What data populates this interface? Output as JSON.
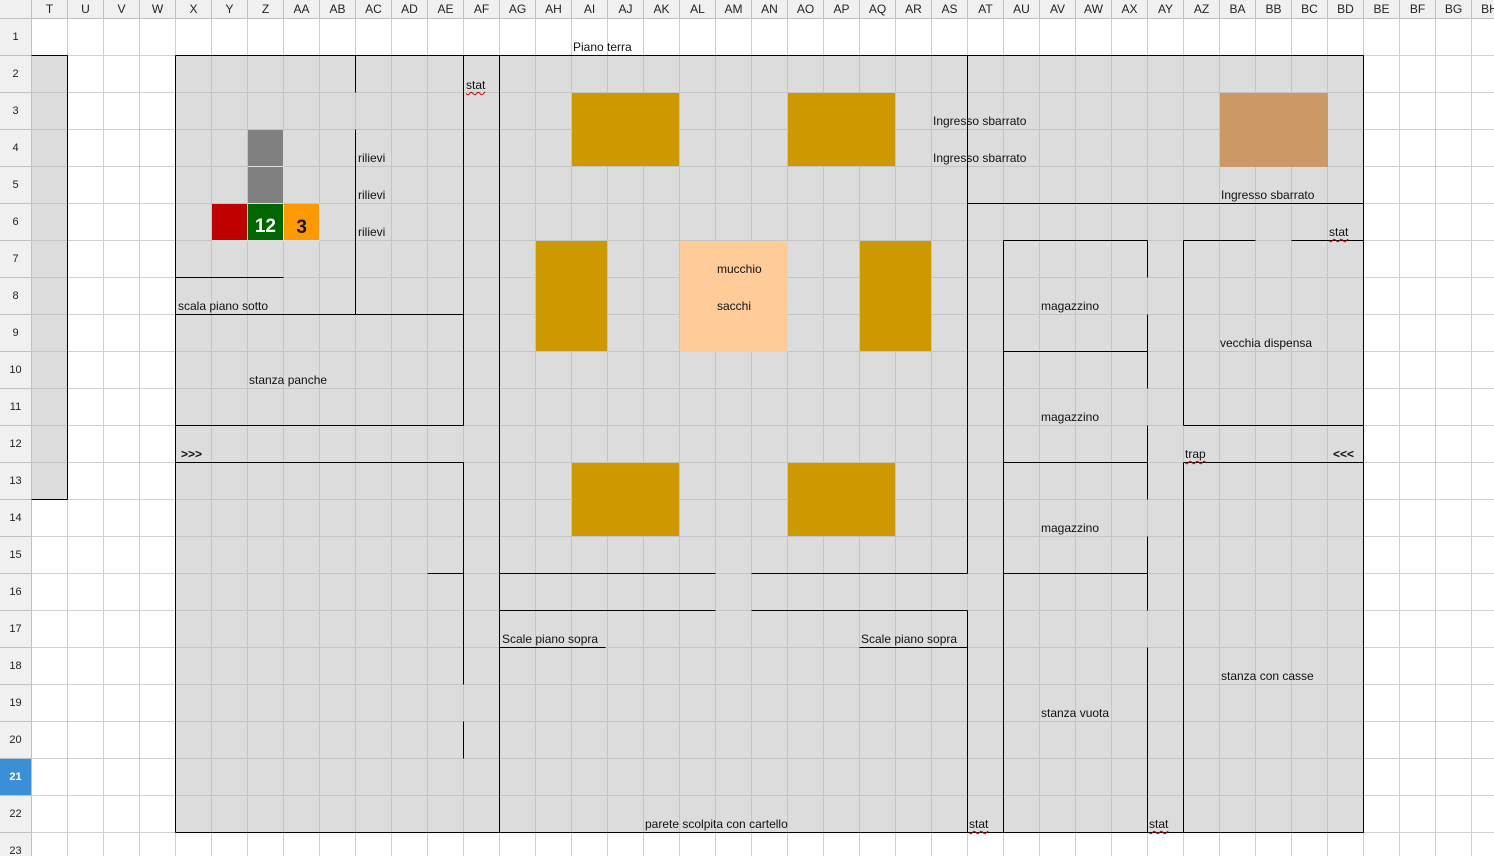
{
  "columns": [
    "T",
    "U",
    "V",
    "W",
    "X",
    "Y",
    "Z",
    "AA",
    "AB",
    "AC",
    "AD",
    "AE",
    "AF",
    "AG",
    "AH",
    "AI",
    "AJ",
    "AK",
    "AL",
    "AM",
    "AN",
    "AO",
    "AP",
    "AQ",
    "AR",
    "AS",
    "AT",
    "AU",
    "AV",
    "AW",
    "AX",
    "AY",
    "AZ",
    "BA",
    "BB",
    "BC",
    "BD",
    "BE",
    "BF",
    "BG",
    "BH"
  ],
  "rows": [
    "1",
    "2",
    "3",
    "4",
    "5",
    "6",
    "7",
    "8",
    "9",
    "10",
    "11",
    "12",
    "13",
    "14",
    "15",
    "16",
    "17",
    "18",
    "19",
    "20",
    "21",
    "22",
    "23"
  ],
  "selected_row": "21",
  "colors": {
    "mustard": "#cc9900",
    "peach": "#ffcc99",
    "tan": "#cc9966",
    "grey": "#808080",
    "red": "#c00000",
    "green": "#006600",
    "orange": "#ff9900"
  },
  "labels": {
    "title": "Piano terra",
    "stat": "stat",
    "rilievi": "rilievi",
    "ingresso": "Ingresso sbarrato",
    "mucchio": "mucchio",
    "sacchi": "sacchi",
    "scala_sotto": "scala piano sotto",
    "magazzino": "magazzino",
    "vecchia_dispensa": "vecchia dispensa",
    "stanza_panche": "stanza panche",
    "arrow_right": ">>>",
    "trap": "trap",
    "arrow_left": "<<<",
    "scale_sopra": "Scale piano sopra",
    "stanza_casse": "stanza con casse",
    "stanza_vuota": "stanza vuota",
    "parete": "parete scolpita con cartello",
    "num_12": "12",
    "num_3": "3"
  }
}
